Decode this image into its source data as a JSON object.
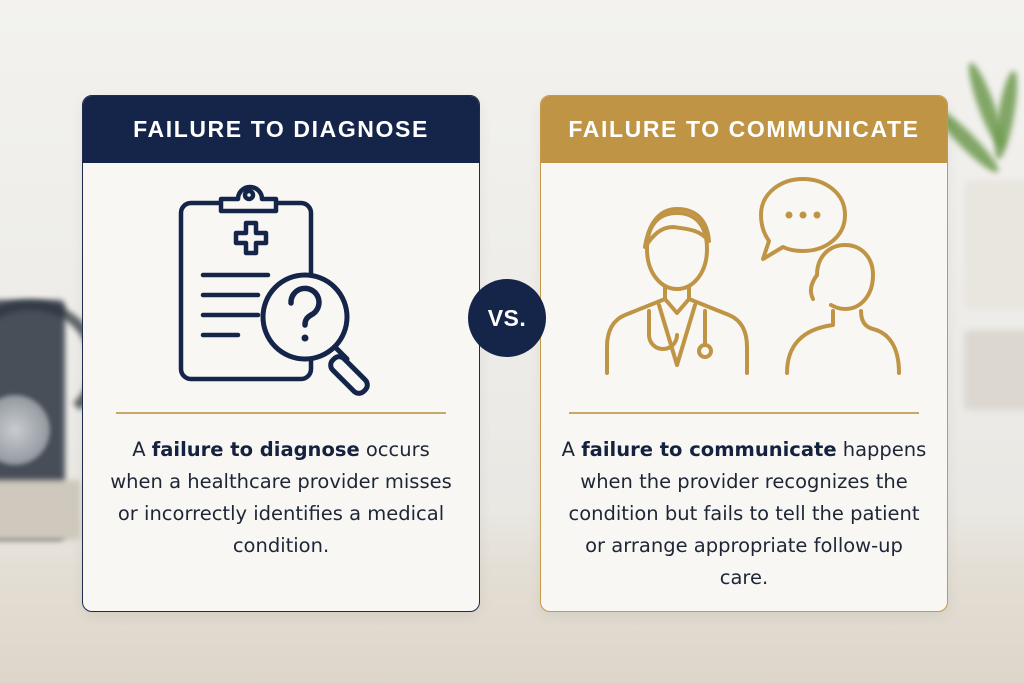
{
  "left_card": {
    "title": "FAILURE TO DIAGNOSE",
    "desc_prefix": "A ",
    "desc_bold": "failure to diagnose",
    "desc_rest": " occurs when a healthcare provider misses or incorrectly identifies a medical condition.",
    "icon": "clipboard-magnifier-icon",
    "accent_color": "#15254a"
  },
  "right_card": {
    "title": "FAILURE TO COMMUNICATE",
    "desc_prefix": "A ",
    "desc_bold": "failure to communicate",
    "desc_rest": " happens when the provider recognizes the condition but fails to tell the patient or arrange appropriate follow-up care.",
    "icon": "doctor-patient-speech-icon",
    "accent_color": "#bf9545"
  },
  "vs_label": "VS."
}
